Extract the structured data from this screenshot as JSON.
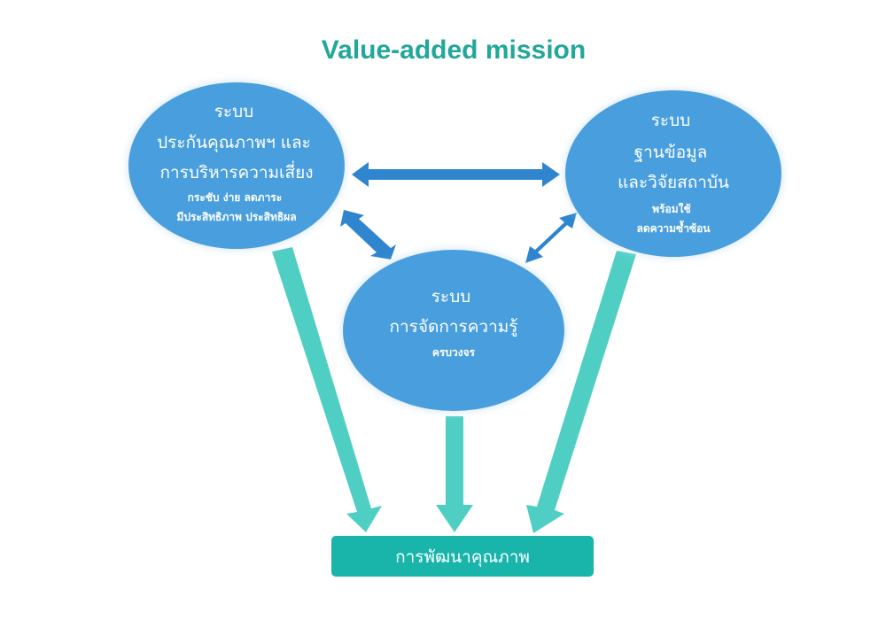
{
  "title": "Value-added mission",
  "colors": {
    "title": "#22a79a",
    "ellipse": "#4a9fde",
    "ellipse_glow": "#d6e9f7",
    "double_arrow": "#2f86cf",
    "flow_arrow": "#4fcfc4",
    "result_box": "#19b5aa",
    "text_on_shape": "#ffffff"
  },
  "nodes": {
    "quality": {
      "heading": [
        "ระบบ",
        "ประกันคุณภาพฯ และ",
        "การบริหารความเสี่ยง"
      ],
      "detail": [
        "กระชับ ง่าย ลดภาระ",
        "มีประสิทธิภาพ ประสิทธิผล"
      ]
    },
    "database": {
      "heading": [
        "ระบบ",
        "ฐานข้อมูล",
        "และวิจัยสถาบัน"
      ],
      "detail": [
        "พร้อมใช้",
        "ลดความซ้ำซ้อน"
      ]
    },
    "knowledge": {
      "heading": [
        "ระบบ",
        "การจัดการความรู้"
      ],
      "detail": [
        "ครบวงจร"
      ]
    }
  },
  "result": {
    "label": "การพัฒนาคุณภาพ"
  }
}
